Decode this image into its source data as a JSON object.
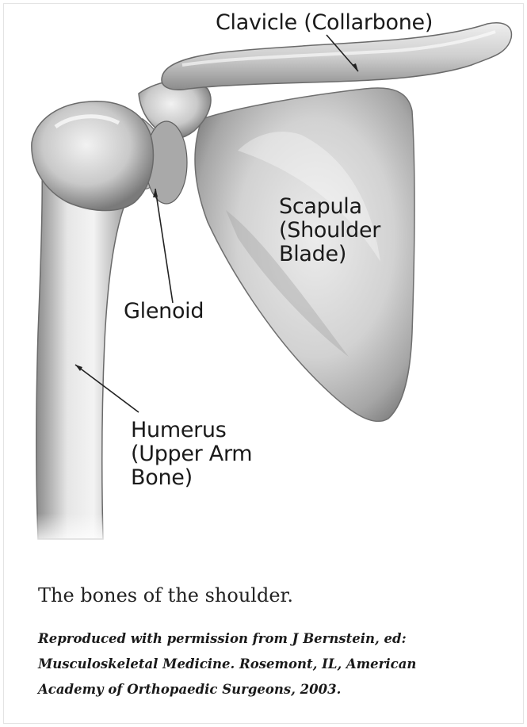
{
  "labels": {
    "clavicle": "Clavicle (Collarbone)",
    "scapula": [
      "Scapula",
      "(Shoulder",
      "Blade)"
    ],
    "glenoid": "Glenoid",
    "humerus": [
      "Humerus",
      "(Upper Arm",
      "Bone)"
    ]
  },
  "caption": "The bones of the shoulder.",
  "credit": [
    "Reproduced with permission from J Bernstein, ed:",
    "Musculoskeletal Medicine. Rosemont, IL, American",
    "Academy of Orthopaedic Surgeons, 2003."
  ]
}
